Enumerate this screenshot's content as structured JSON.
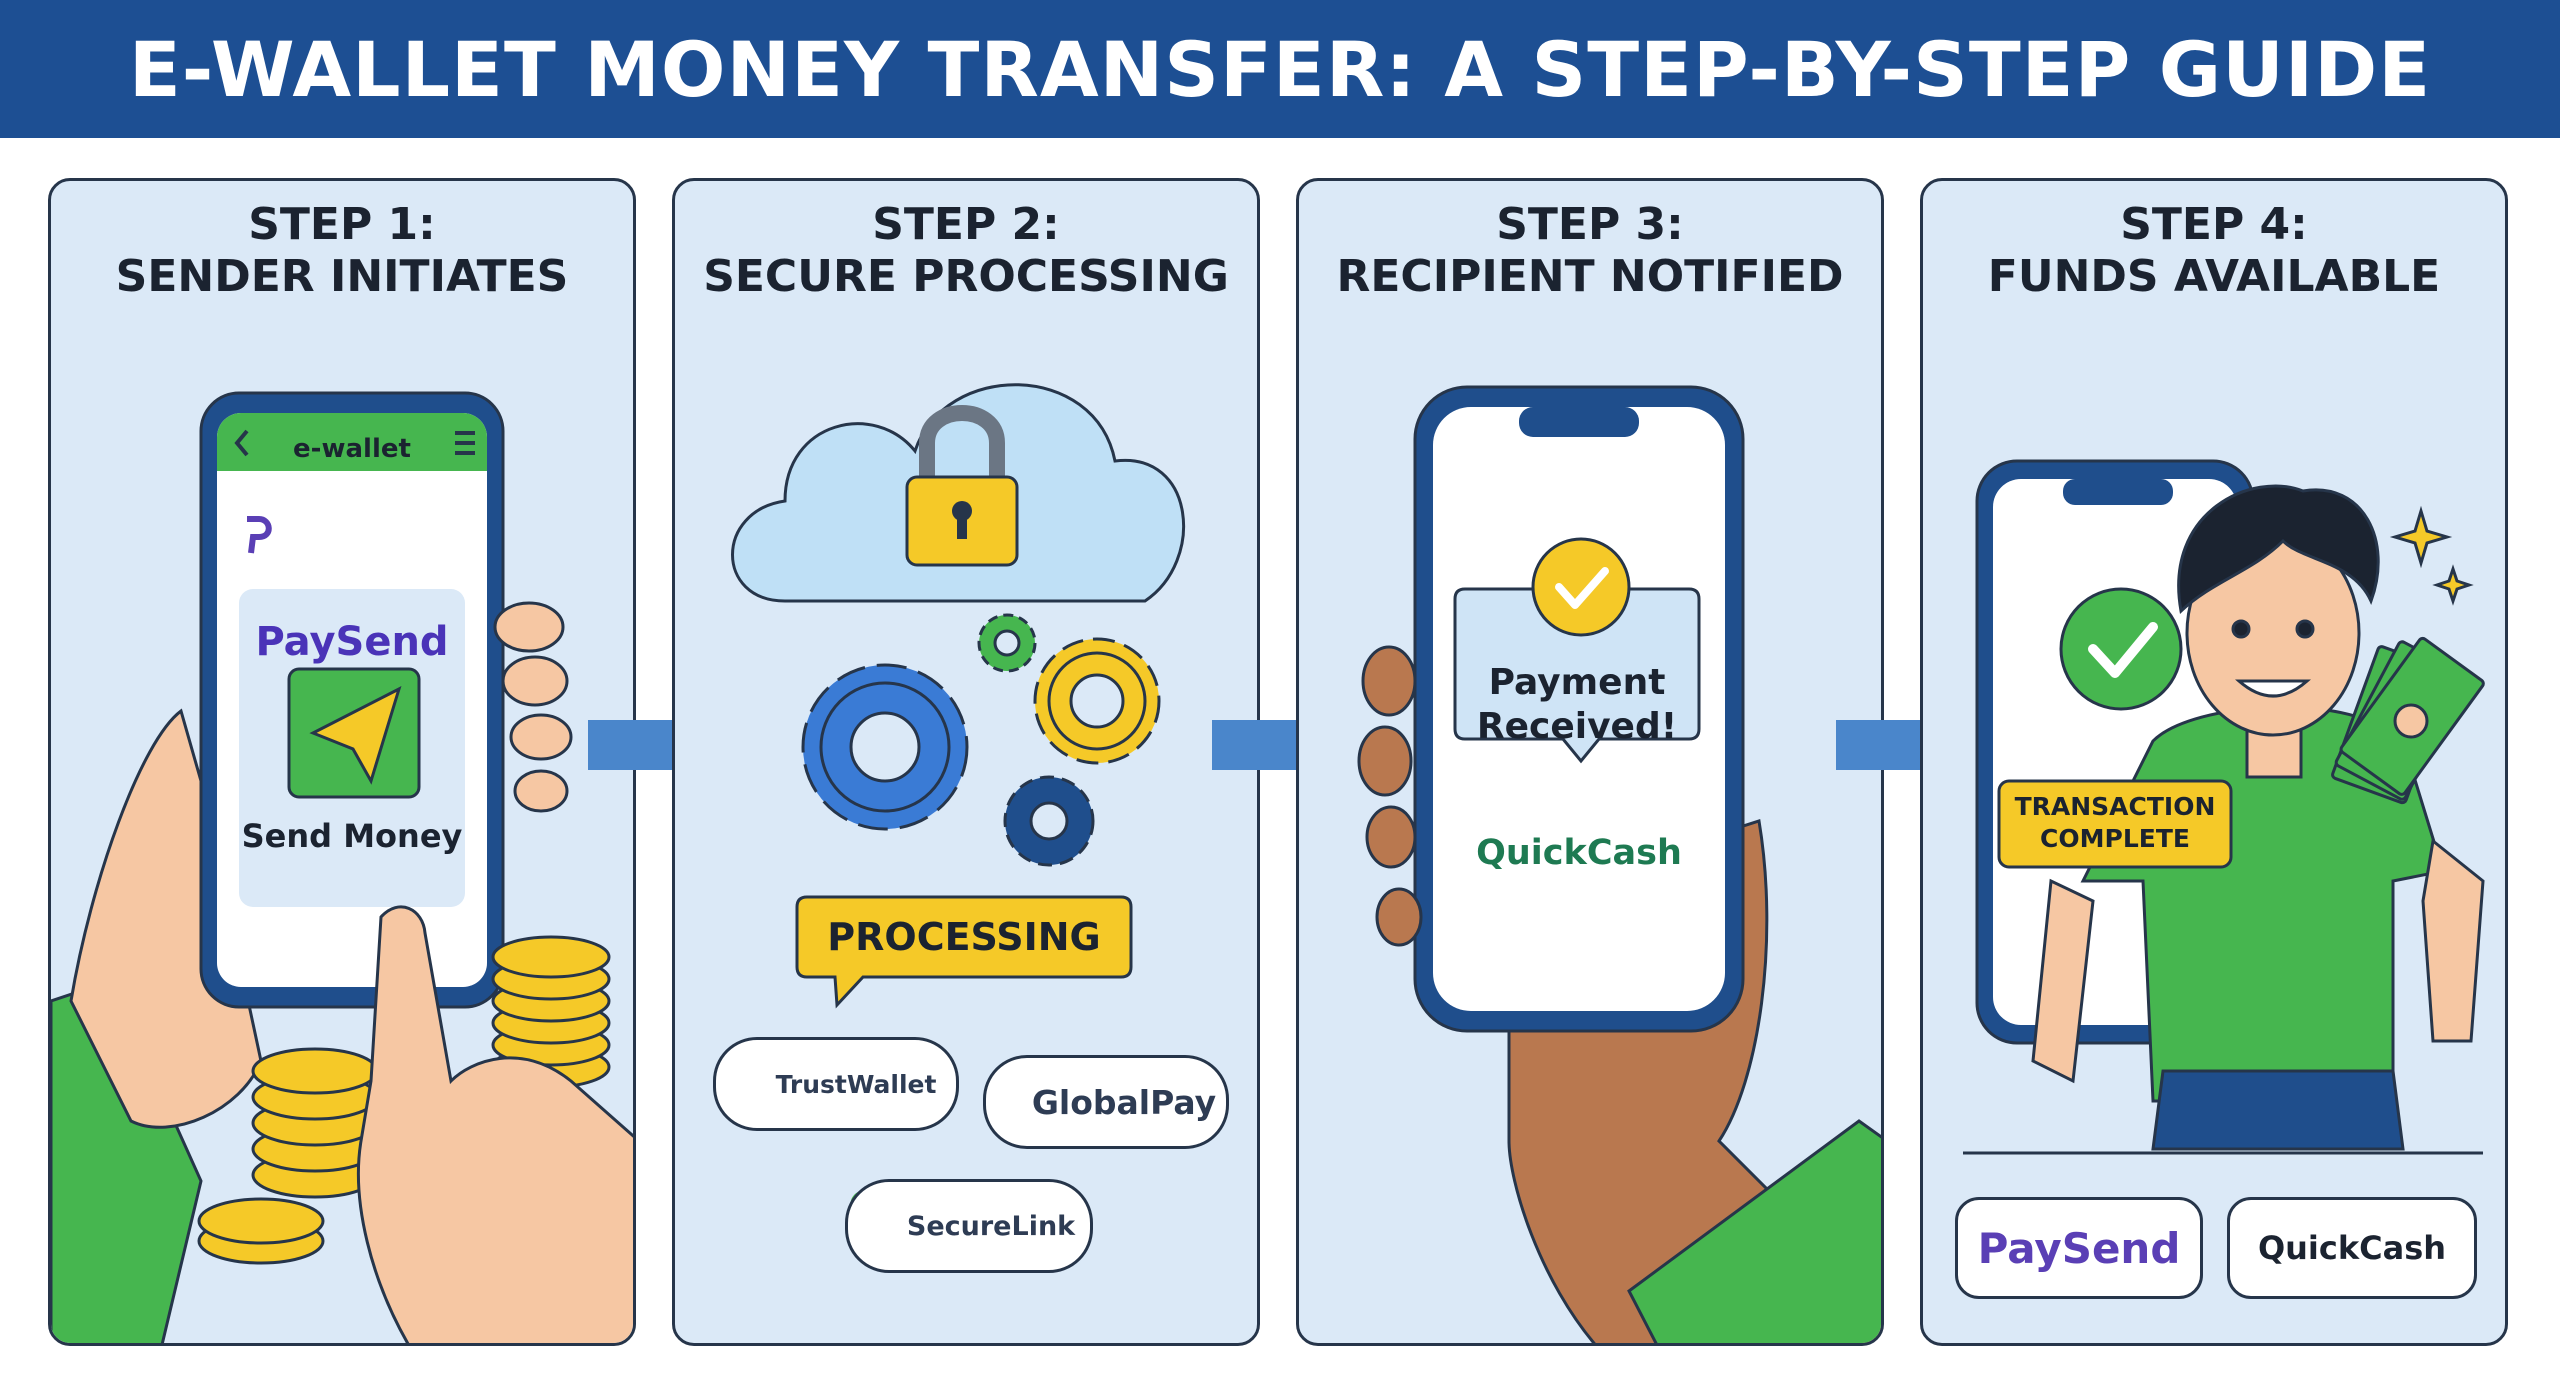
{
  "title": "E-WALLET MONEY TRANSFER: A STEP-BY-STEP GUIDE",
  "colors": {
    "banner": "#1d4f93",
    "panel": "#dbe9f7",
    "accent_green": "#46b64f",
    "accent_yellow": "#f5c928",
    "arrow_blue": "#4a86cb",
    "phone_frame": "#1f4e8c"
  },
  "steps": [
    {
      "label": "STEP 1:",
      "name": "SENDER INITIATES",
      "phone": {
        "header": "e-wallet",
        "back_icon": "chevron-left-icon",
        "menu_icon": "menu-icon",
        "brand": "PaySend",
        "action": "Send Money",
        "action_icon": "paper-plane-icon"
      },
      "icons": [
        "hand-holding-phone",
        "finger-tap",
        "coin-stack-icon"
      ]
    },
    {
      "label": "STEP 2:",
      "name": "SECURE PROCESSING",
      "status": "PROCESSING",
      "icons": [
        "cloud-icon",
        "padlock-icon",
        "gears-icon"
      ],
      "partners": [
        "TrustWallet",
        "GlobalPay",
        "SecureLink"
      ]
    },
    {
      "label": "STEP 3:",
      "name": "RECIPIENT NOTIFIED",
      "notification": "Payment Received!",
      "brand": "QuickCash",
      "icons": [
        "checkmark-icon",
        "hand-holding-phone"
      ]
    },
    {
      "label": "STEP 4:",
      "name": "FUNDS AVAILABLE",
      "status_line1": "TRANSACTION",
      "status_line2": "COMPLETE",
      "brands": [
        "PaySend",
        "QuickCash"
      ],
      "icons": [
        "checkmark-icon",
        "person-with-cash",
        "sparkle-icon"
      ]
    }
  ]
}
